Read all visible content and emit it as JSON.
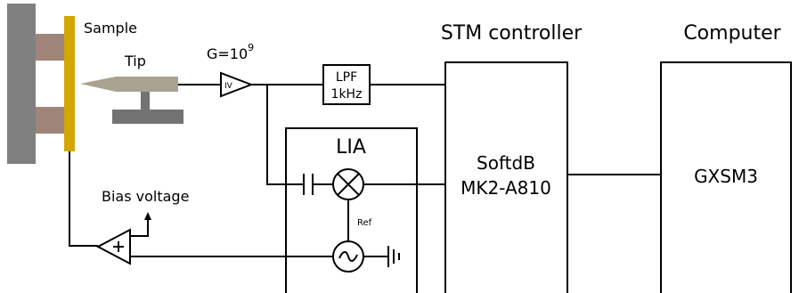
{
  "labels": {
    "sample": "Sample",
    "tip": "Tip",
    "gain_base": "G=10",
    "gain_exp": "9",
    "preamp": "IV",
    "lpf_line1": "LPF",
    "lpf_line2": "1kHz",
    "lia": "LIA",
    "ref": "Ref",
    "bias_voltage": "Bias voltage",
    "stm_controller_heading": "STM controller",
    "stm_controller_line1": "SoftdB",
    "stm_controller_line2": "MK2-A810",
    "computer_heading": "Computer",
    "computer_box": "GXSM3"
  },
  "colors": {
    "frame": "#808080",
    "sample": "#d4a600",
    "clamp": "#a0857a",
    "tip": "#a8a290",
    "tip_holder": "#737373",
    "line": "#000000"
  },
  "icons": [
    "mixer-icon",
    "oscillator-icon",
    "ground-icon",
    "capacitor-icon",
    "summing-amplifier-icon",
    "iv-amplifier-icon"
  ]
}
